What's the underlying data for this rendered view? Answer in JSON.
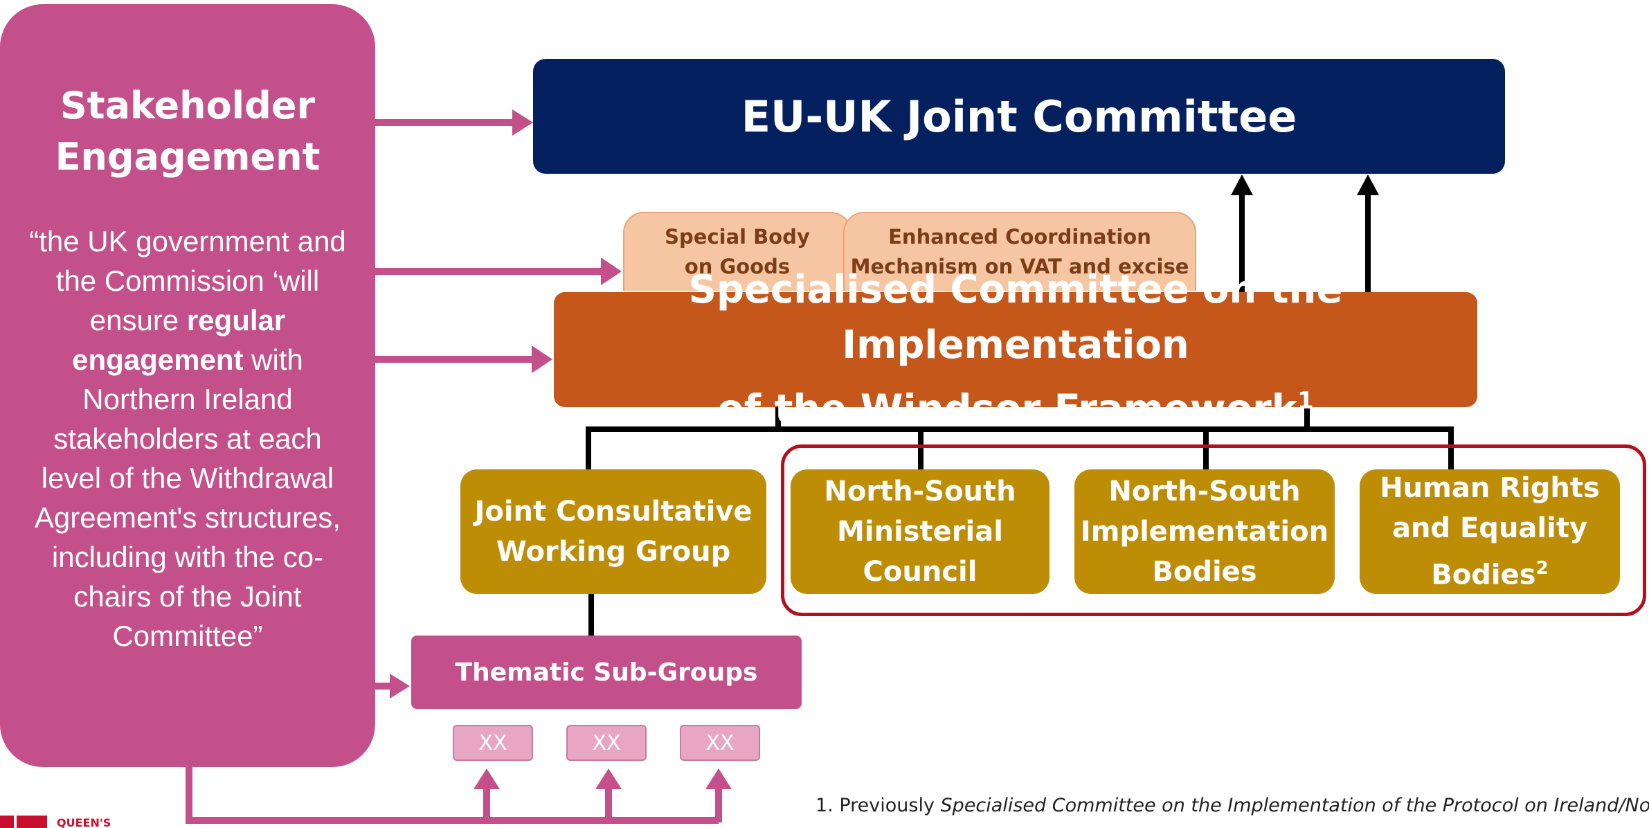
{
  "stakeholder": {
    "title_line1": "Stakeholder",
    "title_line2": "Engagement",
    "quote_part1": "“the UK government and the Commission ‘will ensure ",
    "quote_bold": "regular engagement",
    "quote_part2": " with Northern Ireland stakeholders at each level of the Withdrawal Agreement's structures, including with the co-chairs of the Joint Committee”"
  },
  "nodes": {
    "joint_committee": "EU-UK Joint Committee",
    "special_body_line1": "Special Body",
    "special_body_line2": "on Goods",
    "ecm_line1": "Enhanced Coordination",
    "ecm_line2": "Mechanism on VAT and excise",
    "specialised_line1": "Specialised Committee on the Implementation",
    "specialised_line2": "of the Windsor Framework",
    "specialised_note": "1",
    "jcwg_line1": "Joint Consultative",
    "jcwg_line2": "Working Group",
    "nsmc_line1": "North-South",
    "nsmc_line2": "Ministerial",
    "nsmc_line3": "Council",
    "nsib_line1": "North-South",
    "nsib_line2": "Implementation",
    "nsib_line3": "Bodies",
    "hreb_line1": "Human Rights",
    "hreb_line2": "and Equality",
    "hreb_line3": "Bodies",
    "hreb_note": "2",
    "thematic": "Thematic Sub-Groups",
    "xx": [
      "XX",
      "XX",
      "XX"
    ]
  },
  "footnote": {
    "number": "1.",
    "prefix": "Previously",
    "italic": "Specialised Committee on the Implementation of the Protocol on Ireland/Northern Ireland"
  },
  "logo": {
    "text": "QUEEN'S"
  },
  "colors": {
    "magenta": "#c3508a",
    "navy": "#05205e",
    "orange": "#c45719",
    "gold": "#bd8d06",
    "peach": "#f6c6a2",
    "red_frame": "#b40f1e"
  }
}
